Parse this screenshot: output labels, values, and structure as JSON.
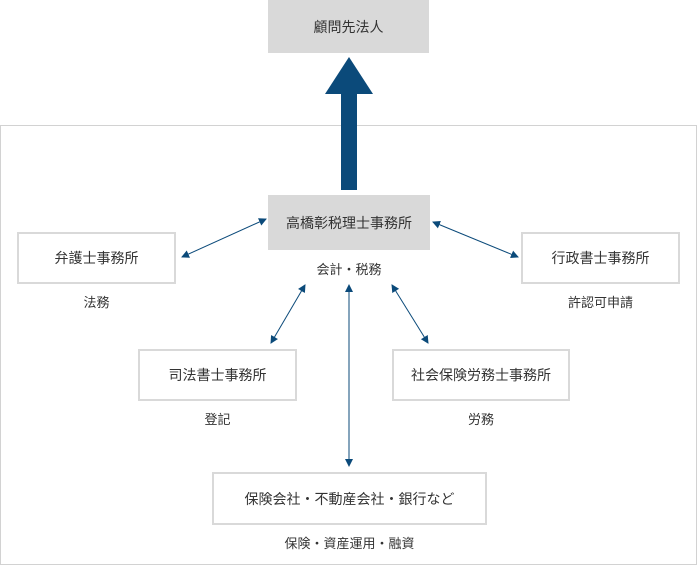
{
  "top_node": {
    "label": "顧問先法人"
  },
  "center_node": {
    "label": "高橋彰税理士事務所",
    "caption": "会計・税務"
  },
  "nodes": {
    "lawyer": {
      "label": "弁護士事務所",
      "caption": "法務"
    },
    "admin_scrivener": {
      "label": "行政書士事務所",
      "caption": "許認可申請"
    },
    "judicial_scrivener": {
      "label": "司法書士事務所",
      "caption": "登記"
    },
    "labor_consultant": {
      "label": "社会保険労務士事務所",
      "caption": "労務"
    },
    "financial": {
      "label": "保険会社・不動産会社・銀行など",
      "caption": "保険・資産運用・融資"
    }
  },
  "colors": {
    "arrow": "#0b4a7a",
    "box_fill": "#d9d9d9",
    "border": "#d2d2d2"
  }
}
